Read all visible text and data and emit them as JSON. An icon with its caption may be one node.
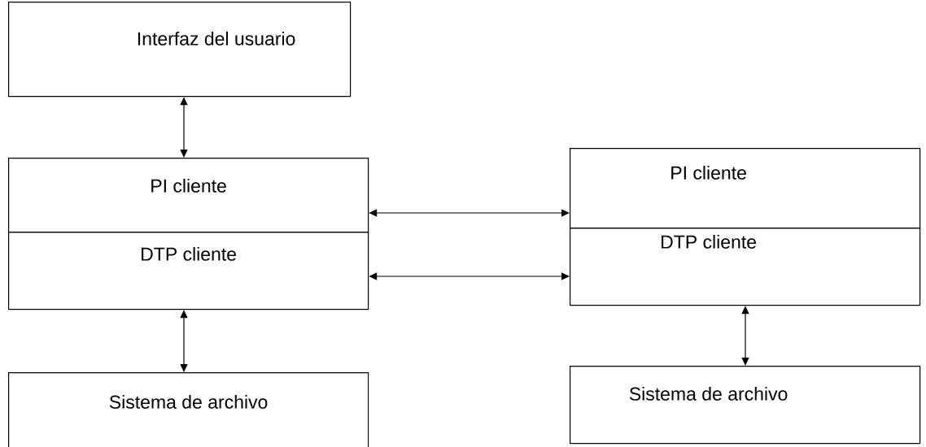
{
  "diagram": {
    "nodes": [
      {
        "text": [
          "Interfaz del usuario"
        ]
      },
      {
        "text": [
          "PI cliente"
        ]
      },
      {
        "text": [
          "DTP cliente"
        ]
      },
      {
        "text": [
          "PI cliente"
        ]
      },
      {
        "text": [
          "DTP cliente"
        ]
      },
      {
        "text": [
          "Sistema de archivo"
        ]
      },
      {
        "text": [
          "Sistema de archivo"
        ]
      }
    ],
    "edges": [
      {
        "from": 0,
        "to": 1,
        "arrow": "both"
      },
      {
        "from": 1,
        "to": 3,
        "arrow": "both"
      },
      {
        "from": 2,
        "to": 4,
        "arrow": "both"
      },
      {
        "from": 2,
        "to": 5,
        "arrow": "both"
      },
      {
        "from": 4,
        "to": 6,
        "arrow": "both"
      }
    ]
  }
}
